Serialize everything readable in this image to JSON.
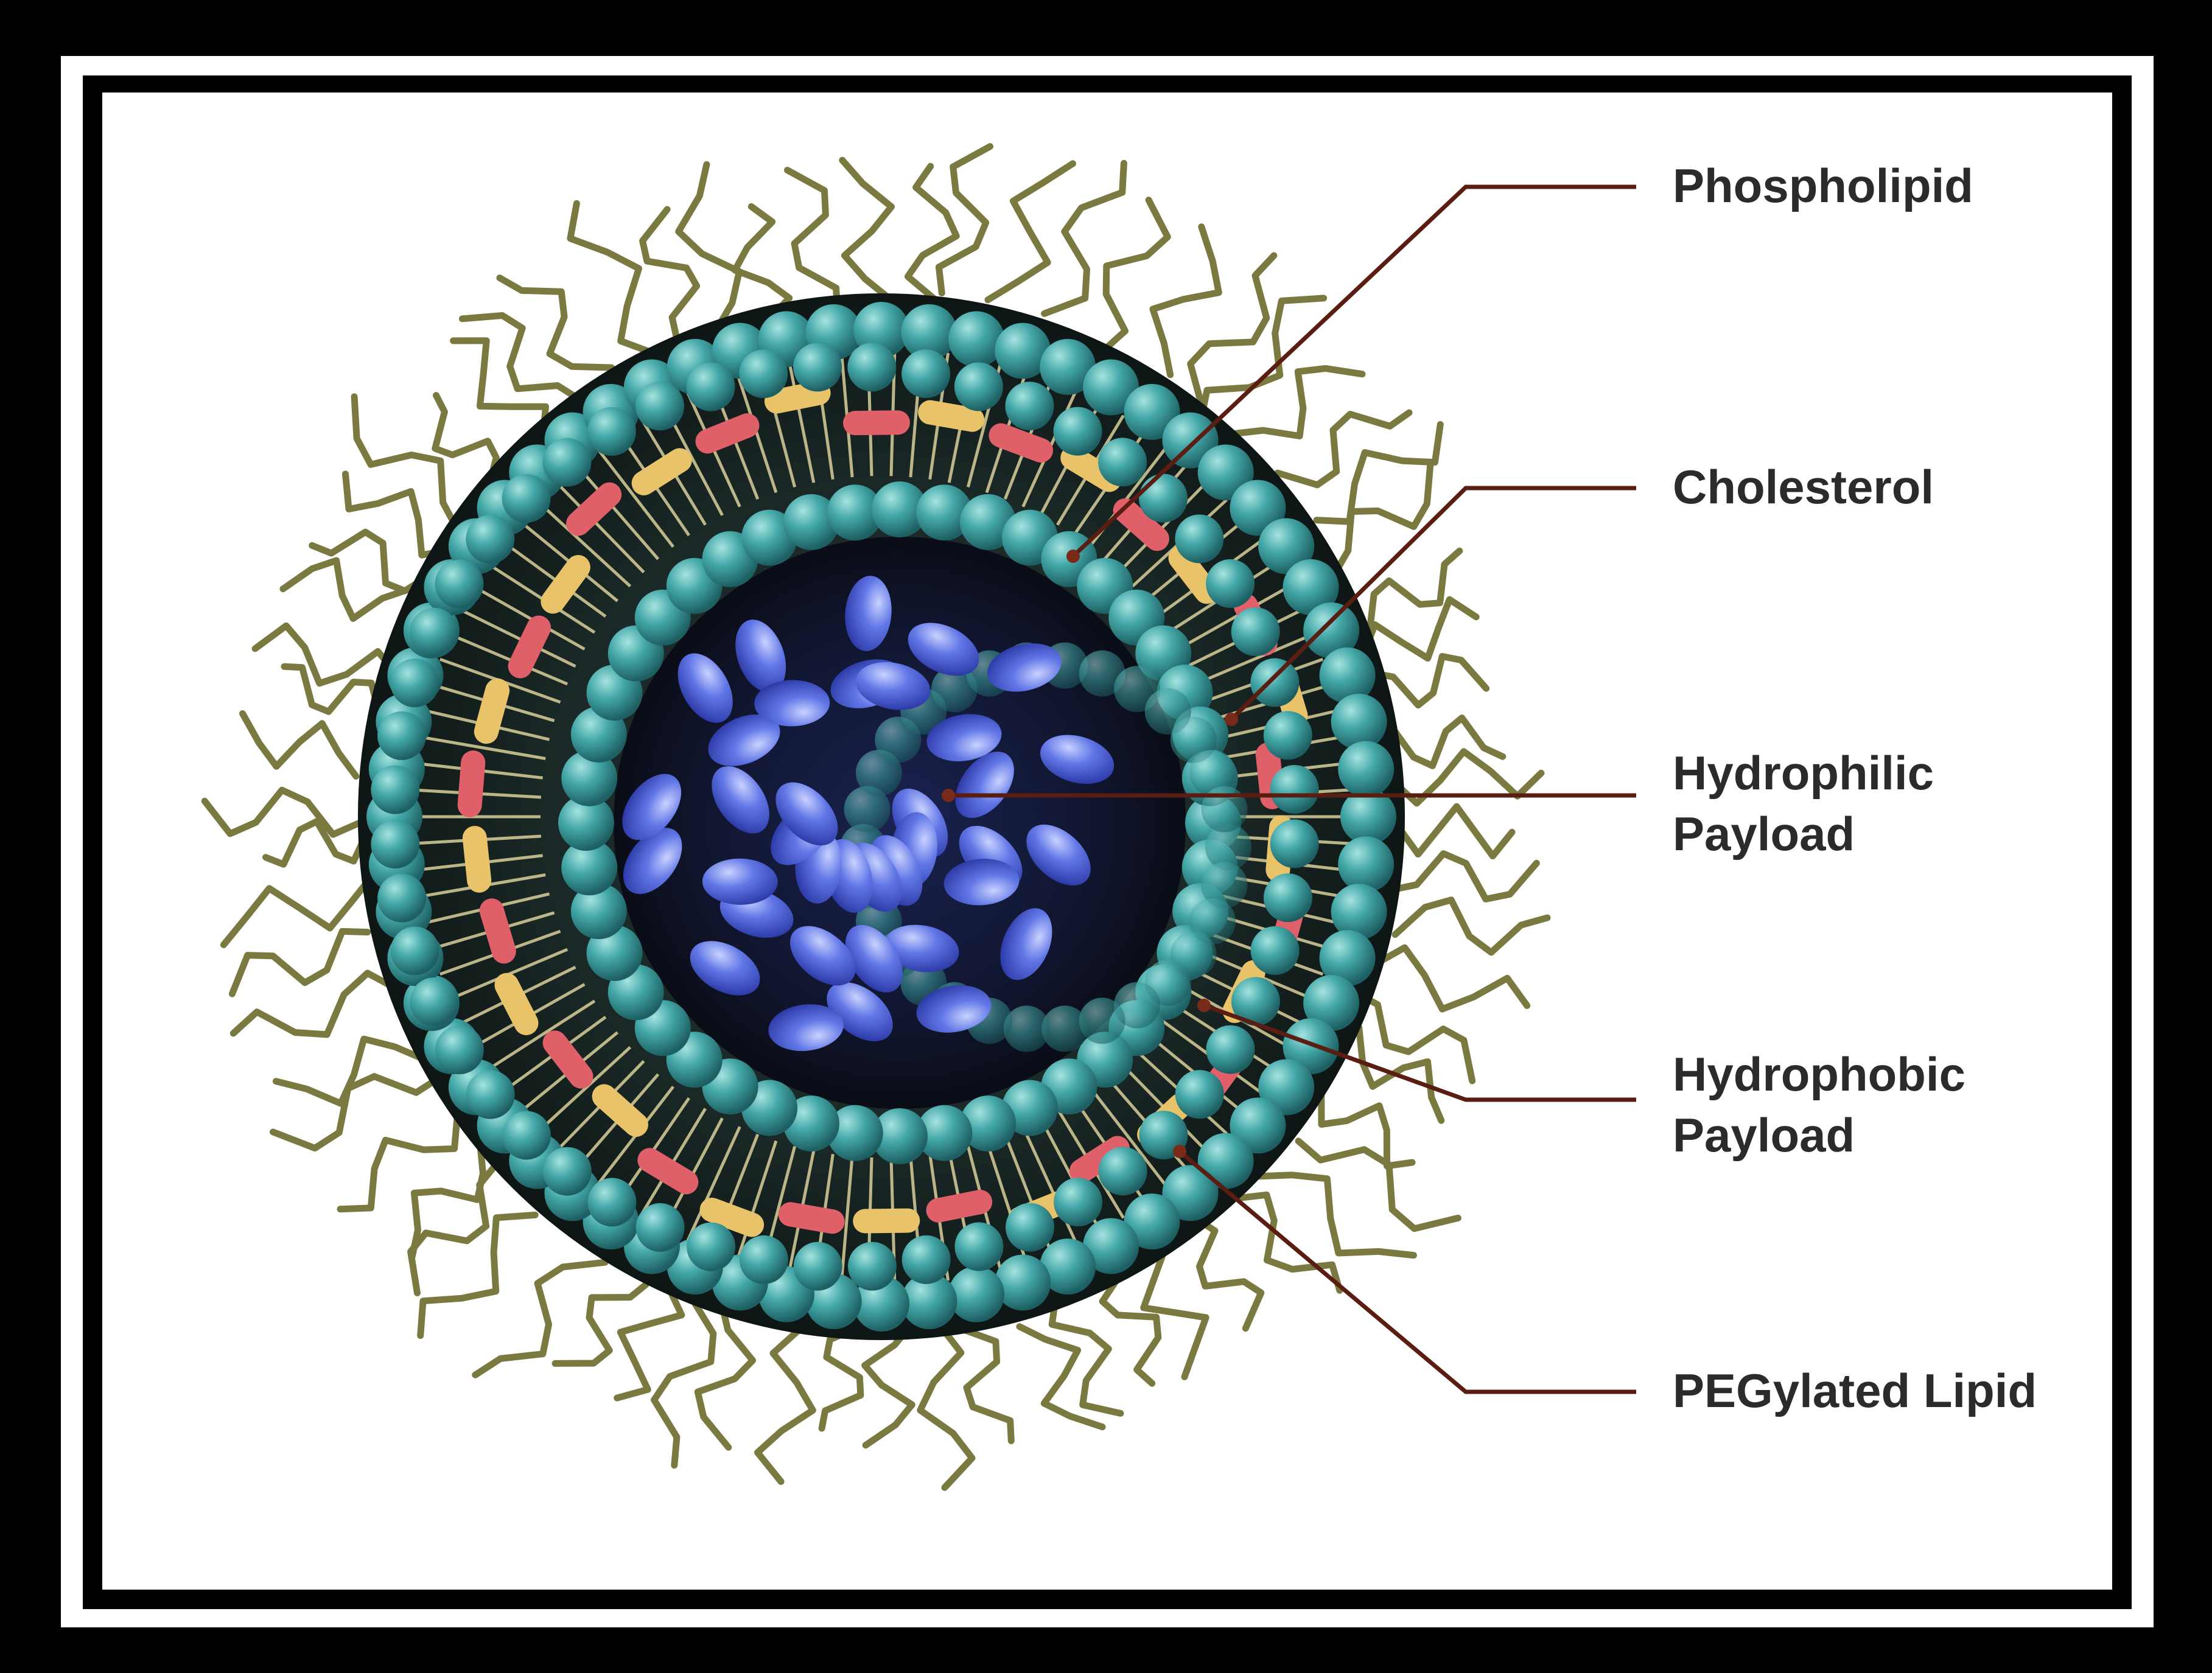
{
  "labels": {
    "phospholipid": "Phospholipid",
    "cholesterol": "Cholesterol",
    "hydrophilic_line1": "Hydrophilic",
    "hydrophilic_line2": "Payload",
    "hydrophobic_line1": "Hydrophobic",
    "hydrophobic_line2": "Payload",
    "pegylated": "PEGylated Lipid"
  },
  "colors": {
    "frame": "#000000",
    "background": "#ffffff",
    "phospholipid_head": "#3fa3a3",
    "phospholipid_tail": "#d9cf9a",
    "cholesterol": "#e8c36a",
    "hydrophobic_payload": "#e0606a",
    "hydrophilic_payload": "#5b6fe0",
    "peg_chain": "#7a7a40",
    "leader_line": "#5a1d12",
    "core_dark": "#141824"
  }
}
